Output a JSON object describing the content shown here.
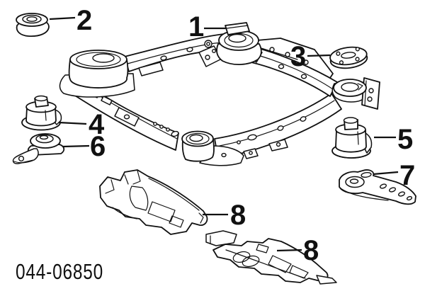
{
  "figure": {
    "part_code": "044-06850",
    "callouts": {
      "c1": "1",
      "c2": "2",
      "c3": "3",
      "c4": "4",
      "c5": "5",
      "c6": "6",
      "c7": "7",
      "c8a": "8",
      "c8b": "8"
    },
    "colors": {
      "line": "#111111",
      "background": "#ffffff"
    }
  }
}
